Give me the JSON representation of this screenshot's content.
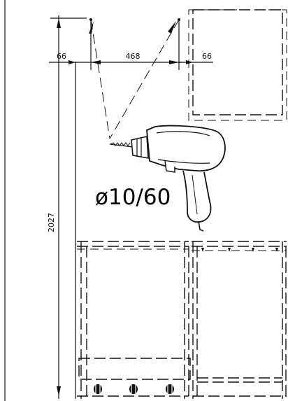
{
  "dimensions": {
    "left_offset": "66",
    "spacing": "468",
    "right_offset": "66",
    "height": "2027"
  },
  "drill": {
    "spec": "ø10/60"
  }
}
